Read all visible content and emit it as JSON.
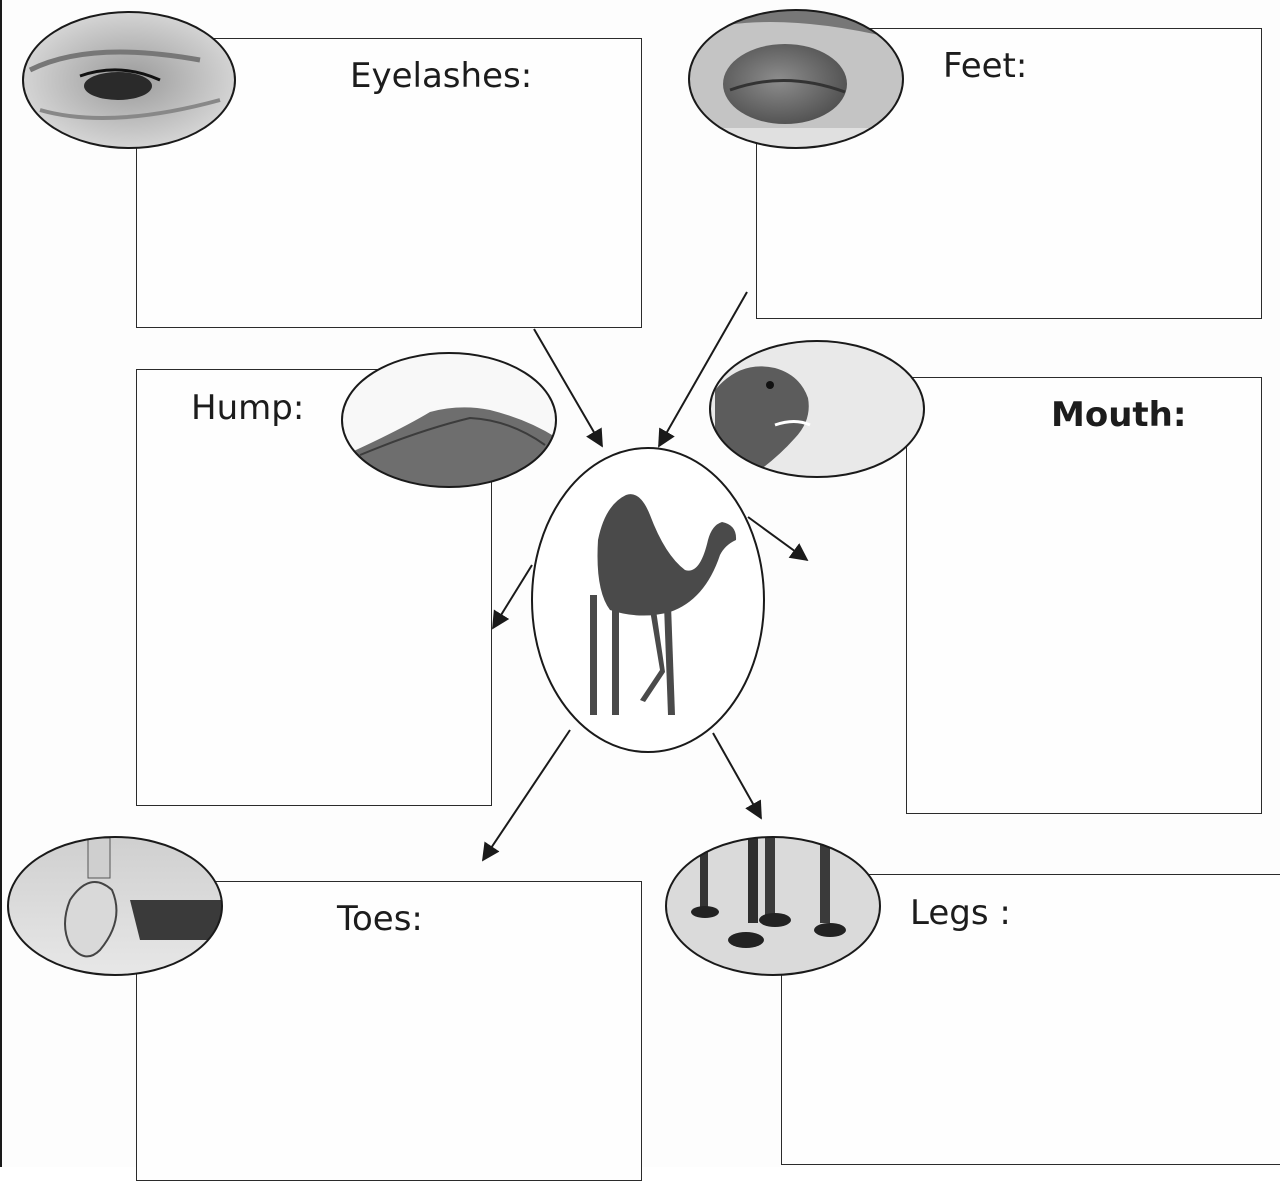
{
  "worksheet": {
    "center": {
      "subject": "camel"
    },
    "parts": [
      {
        "id": "eyelashes",
        "label": "Eyelashes:",
        "bold": false
      },
      {
        "id": "feet",
        "label": "Feet:",
        "bold": false
      },
      {
        "id": "hump",
        "label": "Hump:",
        "bold": false
      },
      {
        "id": "mouth",
        "label": "Mouth:",
        "bold": true
      },
      {
        "id": "toes",
        "label": "Toes:",
        "bold": false
      },
      {
        "id": "legs",
        "label": "Legs :",
        "bold": false
      }
    ]
  },
  "colors": {
    "ink": "#1c1c1c",
    "paper": "#fdfdfd"
  }
}
